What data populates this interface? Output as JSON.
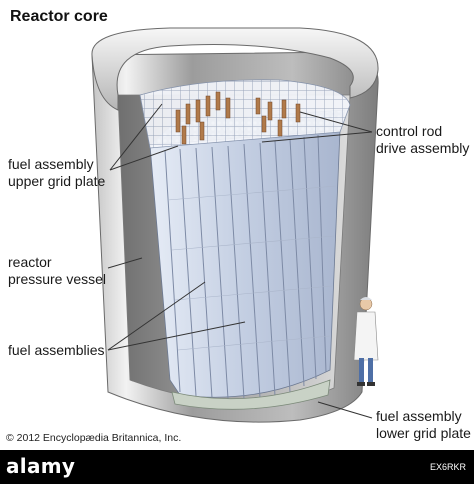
{
  "title": "Reactor core",
  "labels": {
    "control_rod": [
      "control rod",
      "drive assembly"
    ],
    "upper_grid": [
      "fuel assembly",
      "upper grid plate"
    ],
    "vessel": [
      "reactor",
      "pressure vessel"
    ],
    "fuel_assemblies": "fuel assemblies",
    "lower_grid": [
      "fuel assembly",
      "lower grid plate"
    ]
  },
  "copyright": "© 2012 Encyclopædia Britannica, Inc.",
  "watermark": {
    "brand": "alamy",
    "id": "EX6RKR"
  },
  "colors": {
    "vessel_light": "#e8e8e8",
    "vessel_dark": "#8f8f8f",
    "fuel_blue": "#c8d3e6",
    "rod_brown": "#b07a4a",
    "leader": "#333333"
  }
}
